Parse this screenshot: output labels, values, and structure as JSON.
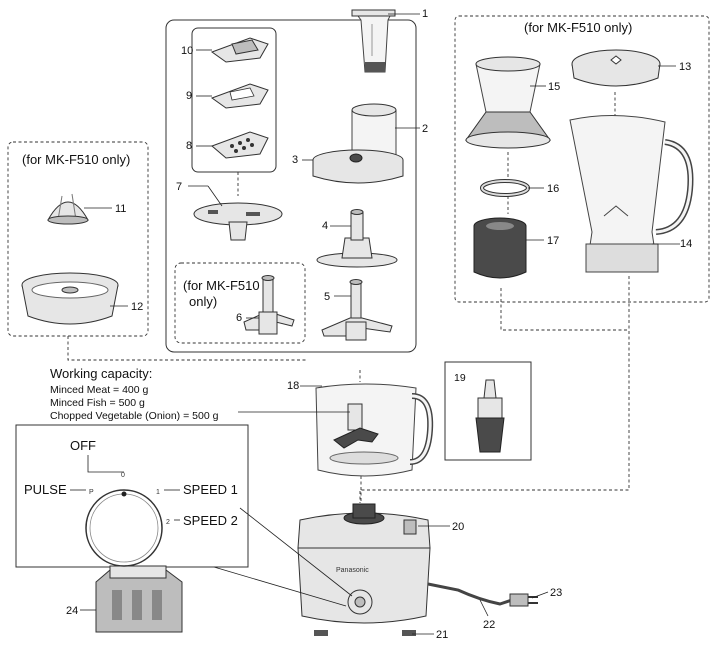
{
  "notes": {
    "mk_f510_only": "(for MK-F510 only)",
    "mk_f510": "(for MK-F510",
    "only": "only)"
  },
  "capacity": {
    "heading": "Working capacity:",
    "lines": [
      "Minced Meat = 400 g",
      "Minced Fish = 500 g",
      "Chopped Vegetable (Onion) = 500 g"
    ]
  },
  "dial": {
    "off": "OFF",
    "pulse": "PULSE",
    "speed1": "SPEED 1",
    "speed2": "SPEED 2",
    "mark_off": "0",
    "mark_p": "P",
    "mark_1": "1",
    "mark_2": "2"
  },
  "brand": "Panasonic",
  "part_numbers": [
    "1",
    "2",
    "3",
    "4",
    "5",
    "6",
    "7",
    "8",
    "9",
    "10",
    "11",
    "12",
    "13",
    "14",
    "15",
    "16",
    "17",
    "18",
    "19",
    "20",
    "21",
    "22",
    "23",
    "24"
  ]
}
